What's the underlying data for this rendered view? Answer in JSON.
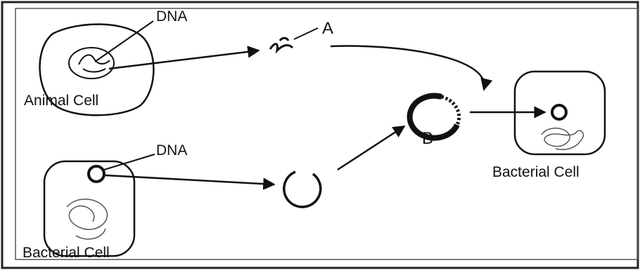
{
  "labels": {
    "dna_top": "DNA",
    "fragment_a": "A",
    "animal_cell": "Animal Cell",
    "dna_bottom": "DNA",
    "bacterial_cell_left": "Bacterial Cell",
    "plasmid_b": "B",
    "bacterial_cell_right": "Bacterial Cell"
  },
  "colors": {
    "ink": "#111111",
    "background": "#ffffff",
    "frame": "#333333"
  }
}
